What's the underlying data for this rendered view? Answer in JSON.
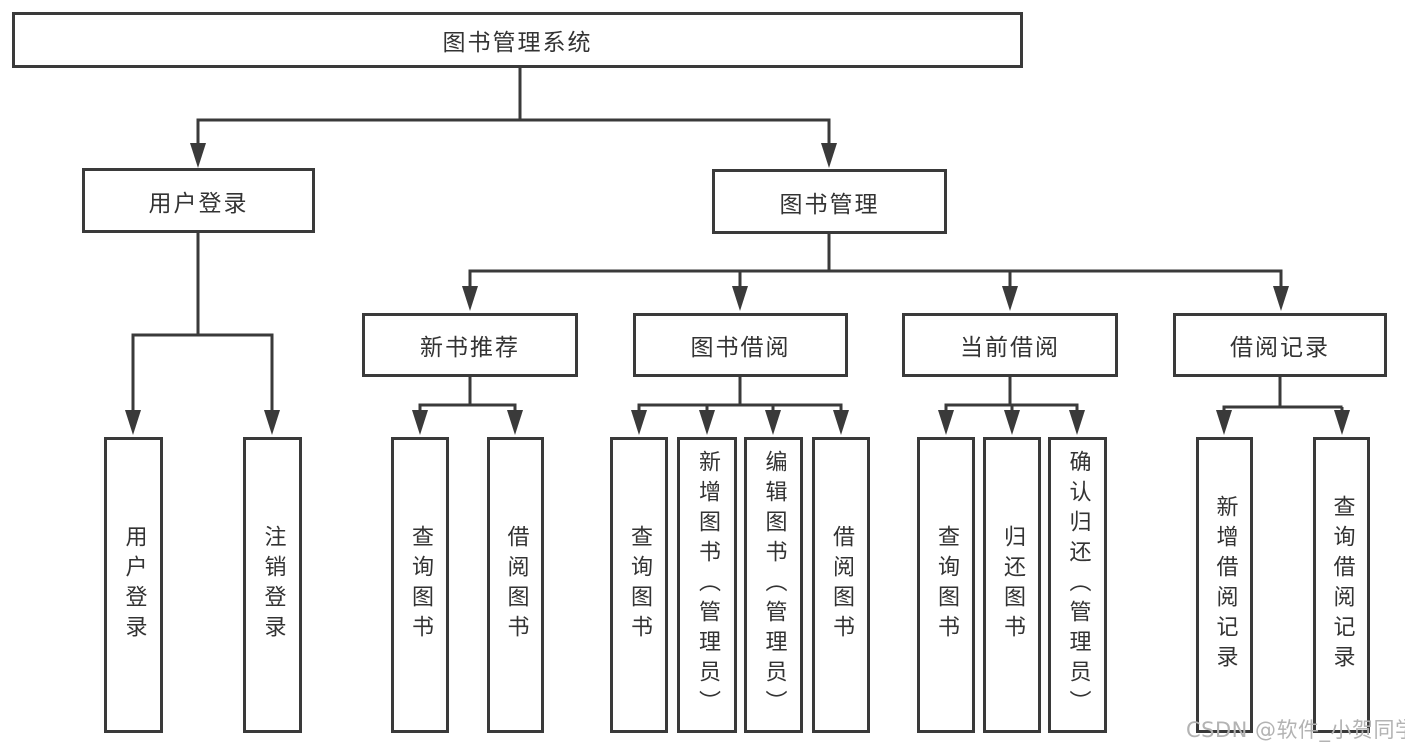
{
  "colors": {
    "background": "#ffffff",
    "line": "#3a3a3a",
    "box_border": "#3a3a3a",
    "text": "#333333",
    "watermark": "#b3b3b3"
  },
  "diagram": {
    "type": "hierarchy-tree",
    "root": {
      "id": "library-management-system",
      "label": "图书管理系统"
    },
    "level2": [
      {
        "id": "user-login",
        "label": "用户登录",
        "parent": "library-management-system"
      },
      {
        "id": "book-management",
        "label": "图书管理",
        "parent": "library-management-system"
      }
    ],
    "level3": [
      {
        "id": "new-book-recommend",
        "label": "新书推荐",
        "parent": "book-management"
      },
      {
        "id": "book-borrowing",
        "label": "图书借阅",
        "parent": "book-management"
      },
      {
        "id": "current-borrowing",
        "label": "当前借阅",
        "parent": "book-management"
      },
      {
        "id": "borrowing-records",
        "label": "借阅记录",
        "parent": "book-management"
      }
    ],
    "leaves": [
      {
        "id": "user-login-leaf",
        "label": "用户登录",
        "parent": "user-login"
      },
      {
        "id": "logout",
        "label": "注销登录",
        "parent": "user-login"
      },
      {
        "id": "query-books-newrec",
        "label": "查询图书",
        "parent": "new-book-recommend"
      },
      {
        "id": "borrow-books-newrec",
        "label": "借阅图书",
        "parent": "new-book-recommend"
      },
      {
        "id": "query-books-borrowing",
        "label": "查询图书",
        "parent": "book-borrowing"
      },
      {
        "id": "add-books-admin",
        "label": "新增图书（管理员）",
        "parent": "book-borrowing"
      },
      {
        "id": "edit-books-admin",
        "label": "编辑图书（管理员）",
        "parent": "book-borrowing"
      },
      {
        "id": "borrow-books-borrowing",
        "label": "借阅图书",
        "parent": "book-borrowing"
      },
      {
        "id": "query-books-current",
        "label": "查询图书",
        "parent": "current-borrowing"
      },
      {
        "id": "return-books",
        "label": "归还图书",
        "parent": "current-borrowing"
      },
      {
        "id": "confirm-return-admin",
        "label": "确认归还（管理员）",
        "parent": "current-borrowing"
      },
      {
        "id": "add-borrow-record",
        "label": "新增借阅记录",
        "parent": "borrowing-records"
      },
      {
        "id": "query-borrow-record",
        "label": "查询借阅记录",
        "parent": "borrowing-records"
      }
    ]
  },
  "watermark": {
    "text": "CSDN @软件_小贺同学"
  }
}
